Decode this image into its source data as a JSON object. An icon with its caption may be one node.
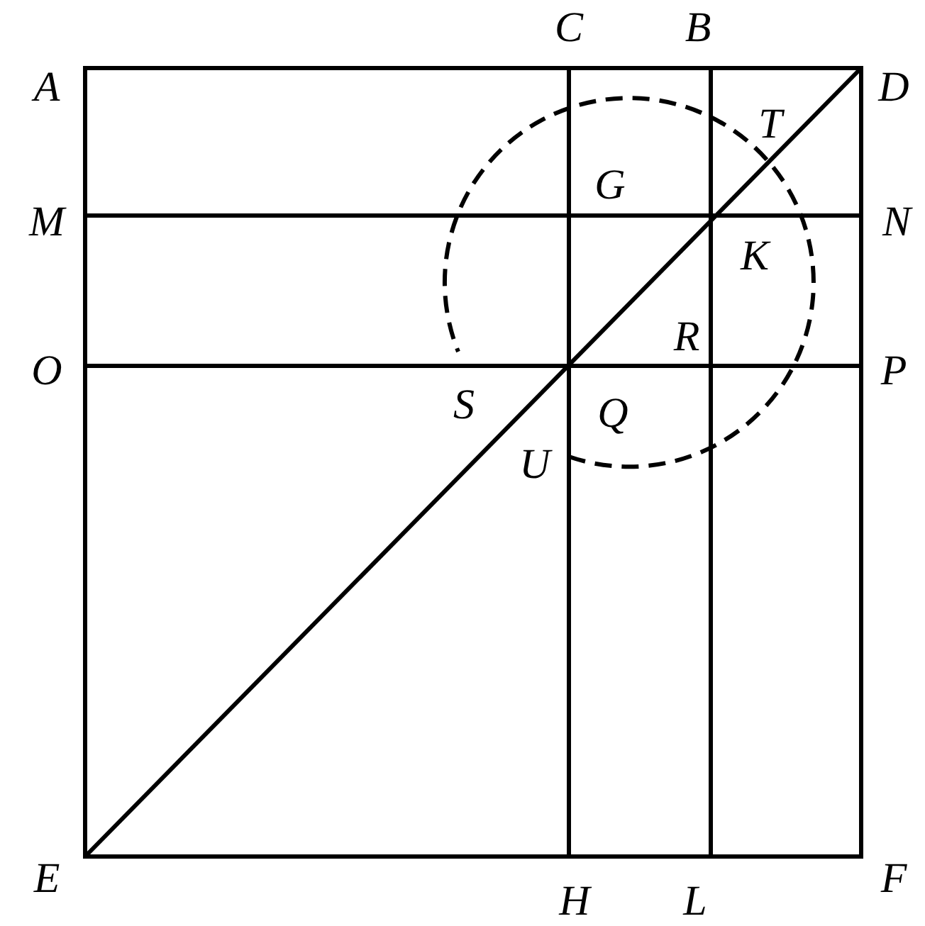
{
  "diagram": {
    "labels": [
      "A",
      "C",
      "B",
      "D",
      "T",
      "G",
      "M",
      "N",
      "K",
      "R",
      "O",
      "P",
      "S",
      "Q",
      "U",
      "E",
      "H",
      "L",
      "F"
    ]
  }
}
